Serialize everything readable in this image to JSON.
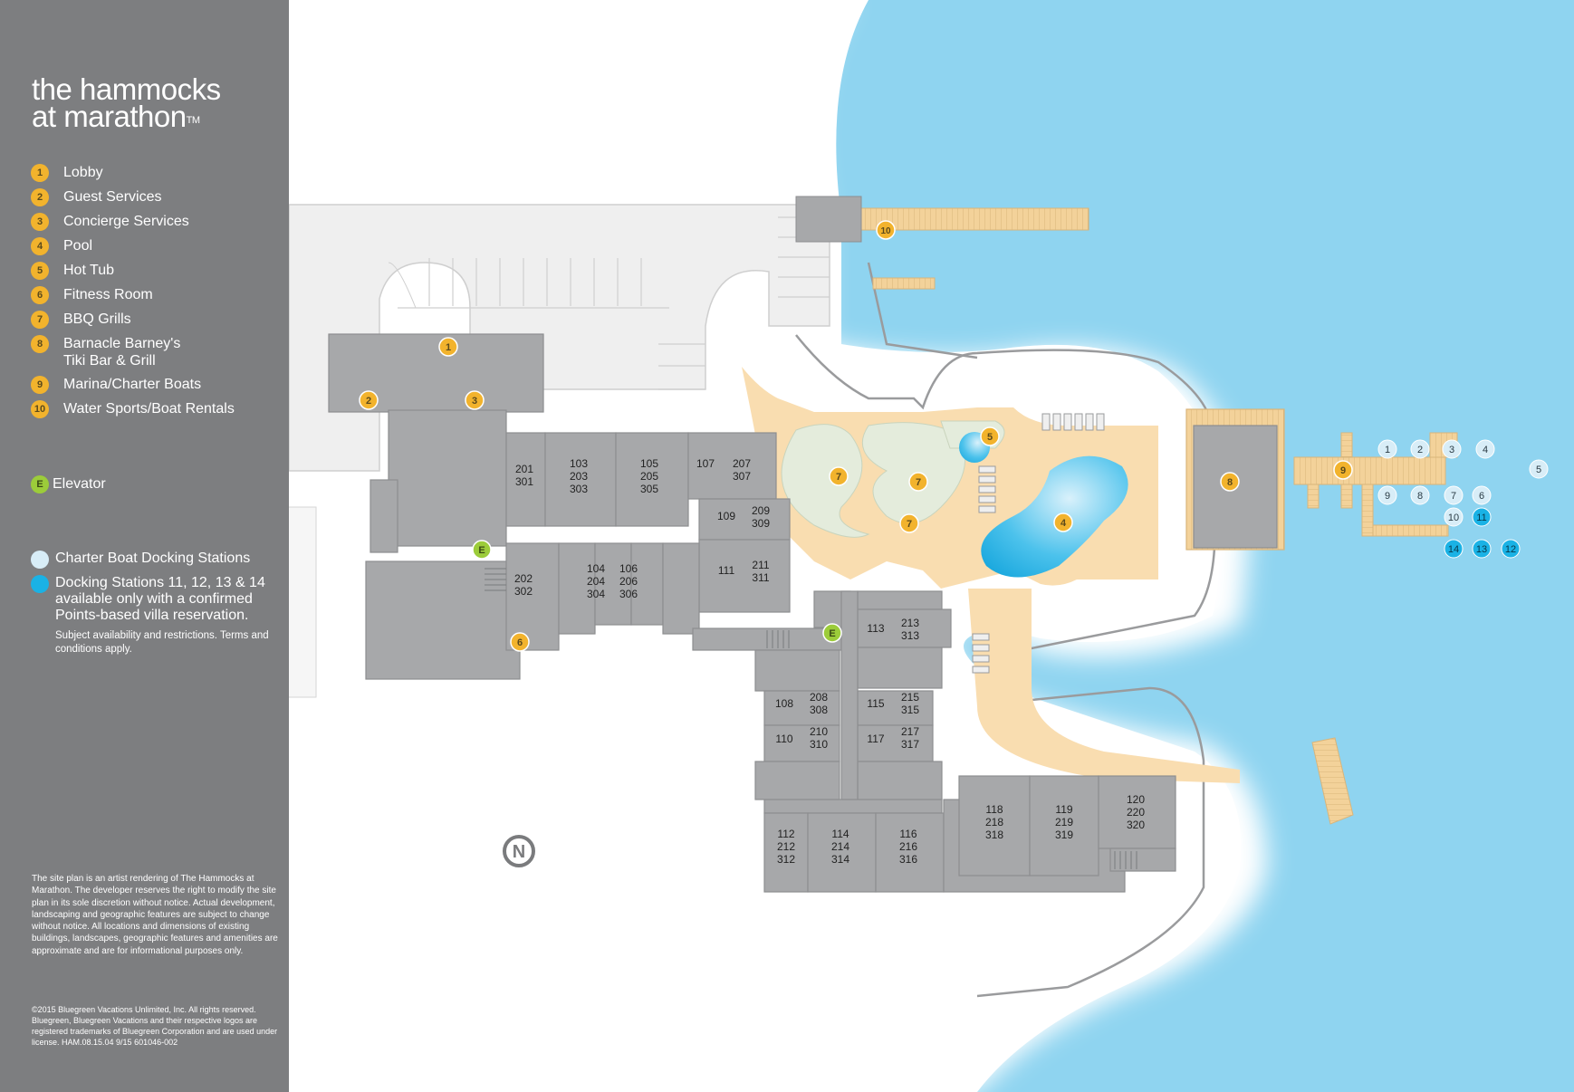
{
  "brand": {
    "line1": "the hammocks",
    "line2": "at marathon",
    "trademark": "TM"
  },
  "legend": [
    {
      "num": "1",
      "label": "Lobby"
    },
    {
      "num": "2",
      "label": "Guest Services"
    },
    {
      "num": "3",
      "label": "Concierge Services"
    },
    {
      "num": "4",
      "label": "Pool"
    },
    {
      "num": "5",
      "label": "Hot Tub"
    },
    {
      "num": "6",
      "label": "Fitness Room"
    },
    {
      "num": "7",
      "label": "BBQ Grills"
    },
    {
      "num": "8",
      "label": "Barnacle Barney's\nTiki Bar & Grill"
    },
    {
      "num": "9",
      "label": "Marina/Charter Boats"
    },
    {
      "num": "10",
      "label": "Water Sports/Boat Rentals"
    }
  ],
  "elevator": {
    "symbol": "E",
    "label": "Elevator"
  },
  "docking": {
    "charter_label": "Charter Boat Docking Stations",
    "restricted_label": "Docking Stations 11, 12, 13 & 14 available only with a confirmed Points-based villa reservation.",
    "note": "Subject availability and restrictions. Terms and conditions apply."
  },
  "disclaimer": "The site plan is an artist rendering of The Hammocks at Marathon. The developer reserves the right to modify the site plan in its sole discretion without notice. Actual development, landscaping and geographic features are subject to change without notice. All locations and dimensions of existing buildings, landscapes, geographic features and amenities are approximate and are for informational purposes only.",
  "copyright": "©2015 Bluegreen Vacations Unlimited, Inc. All rights reserved. Bluegreen, Bluegreen Vacations and their respective logos are registered trademarks of Bluegreen Corporation and are used under license. HAM.08.15.04  9/15  601046-002",
  "map": {
    "compass": "N",
    "colors": {
      "water": "#8fd4f0",
      "building": "#a7a8aa",
      "sand": "#f9ddb0",
      "marker": "#f2b32d",
      "elevator": "#9ccc3a",
      "dock_light": "#d8edf7",
      "dock_dark": "#1ab2e5",
      "dock_wood": "#f3d29a"
    },
    "markers": [
      "1",
      "2",
      "3",
      "4",
      "5",
      "6",
      "7",
      "7",
      "7",
      "8",
      "9",
      "10"
    ],
    "elevators": [
      "E",
      "E"
    ],
    "units": [
      {
        "id": "u201",
        "lines": [
          "201",
          "301"
        ]
      },
      {
        "id": "u103",
        "lines": [
          "103",
          "203",
          "303"
        ]
      },
      {
        "id": "u105",
        "lines": [
          "105",
          "205",
          "305"
        ]
      },
      {
        "id": "u107",
        "lines": [
          "107"
        ]
      },
      {
        "id": "u207",
        "lines": [
          "207",
          "307"
        ]
      },
      {
        "id": "u109",
        "lines": [
          "109"
        ]
      },
      {
        "id": "u209",
        "lines": [
          "209",
          "309"
        ]
      },
      {
        "id": "u202",
        "lines": [
          "202",
          "302"
        ]
      },
      {
        "id": "u104",
        "lines": [
          "104",
          "204",
          "304"
        ]
      },
      {
        "id": "u106",
        "lines": [
          "106",
          "206",
          "306"
        ]
      },
      {
        "id": "u111",
        "lines": [
          "111"
        ]
      },
      {
        "id": "u211",
        "lines": [
          "211",
          "311"
        ]
      },
      {
        "id": "u113",
        "lines": [
          "113"
        ]
      },
      {
        "id": "u213",
        "lines": [
          "213",
          "313"
        ]
      },
      {
        "id": "u108",
        "lines": [
          "108"
        ]
      },
      {
        "id": "u208",
        "lines": [
          "208",
          "308"
        ]
      },
      {
        "id": "u115",
        "lines": [
          "115"
        ]
      },
      {
        "id": "u215",
        "lines": [
          "215",
          "315"
        ]
      },
      {
        "id": "u110",
        "lines": [
          "110"
        ]
      },
      {
        "id": "u210",
        "lines": [
          "210",
          "310"
        ]
      },
      {
        "id": "u117",
        "lines": [
          "117"
        ]
      },
      {
        "id": "u217",
        "lines": [
          "217",
          "317"
        ]
      },
      {
        "id": "u112",
        "lines": [
          "112",
          "212",
          "312"
        ]
      },
      {
        "id": "u114",
        "lines": [
          "114",
          "214",
          "314"
        ]
      },
      {
        "id": "u116",
        "lines": [
          "116",
          "216",
          "316"
        ]
      },
      {
        "id": "u118",
        "lines": [
          "118",
          "218",
          "318"
        ]
      },
      {
        "id": "u119",
        "lines": [
          "119",
          "219",
          "319"
        ]
      },
      {
        "id": "u120",
        "lines": [
          "120",
          "220",
          "320"
        ]
      }
    ],
    "dock_stations": [
      "1",
      "2",
      "3",
      "4",
      "5",
      "9",
      "8",
      "7",
      "6",
      "10",
      "11",
      "14",
      "13",
      "12"
    ]
  }
}
